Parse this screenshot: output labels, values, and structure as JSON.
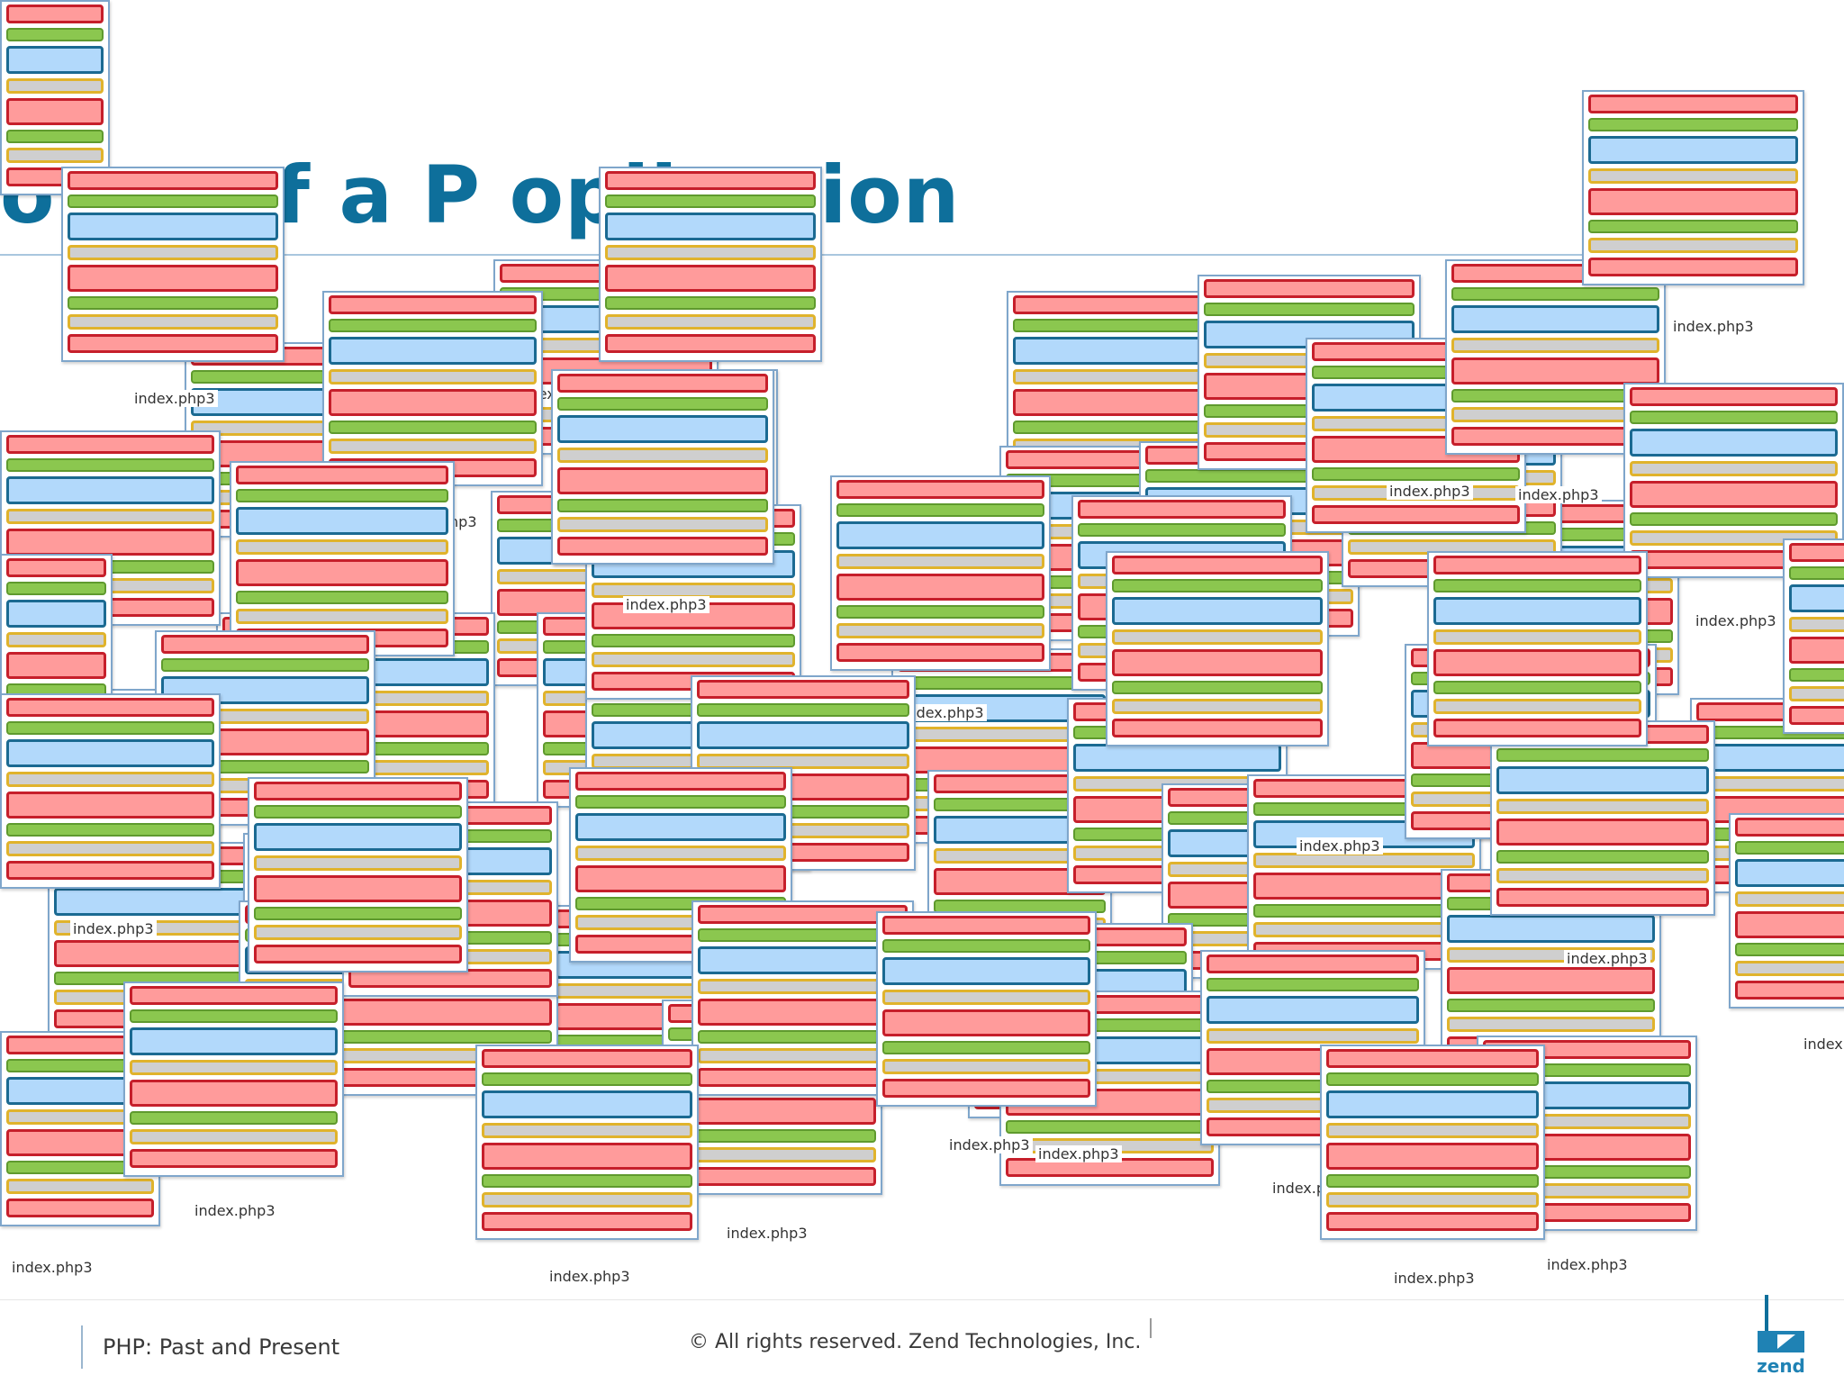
{
  "slide": {
    "title": "omy of a P oplication",
    "card_label": "index.php3"
  },
  "footer": {
    "left": "PHP: Past and Present",
    "center": "© All rights reserved. Zend Technologies, Inc.",
    "logo_text": "zend"
  },
  "colors": {
    "title": "#0e6f9b",
    "bar_red_fill": "#ff9b9b",
    "bar_red_border": "#c61f2b",
    "bar_green": "#8bc74f",
    "bar_blue_fill": "#b2d9fb",
    "bar_blue_border": "#1b6a92",
    "bar_gray_fill": "#cfcfcf",
    "bar_gray_border": "#e0b32c",
    "card_border": "#7fa6cb"
  }
}
